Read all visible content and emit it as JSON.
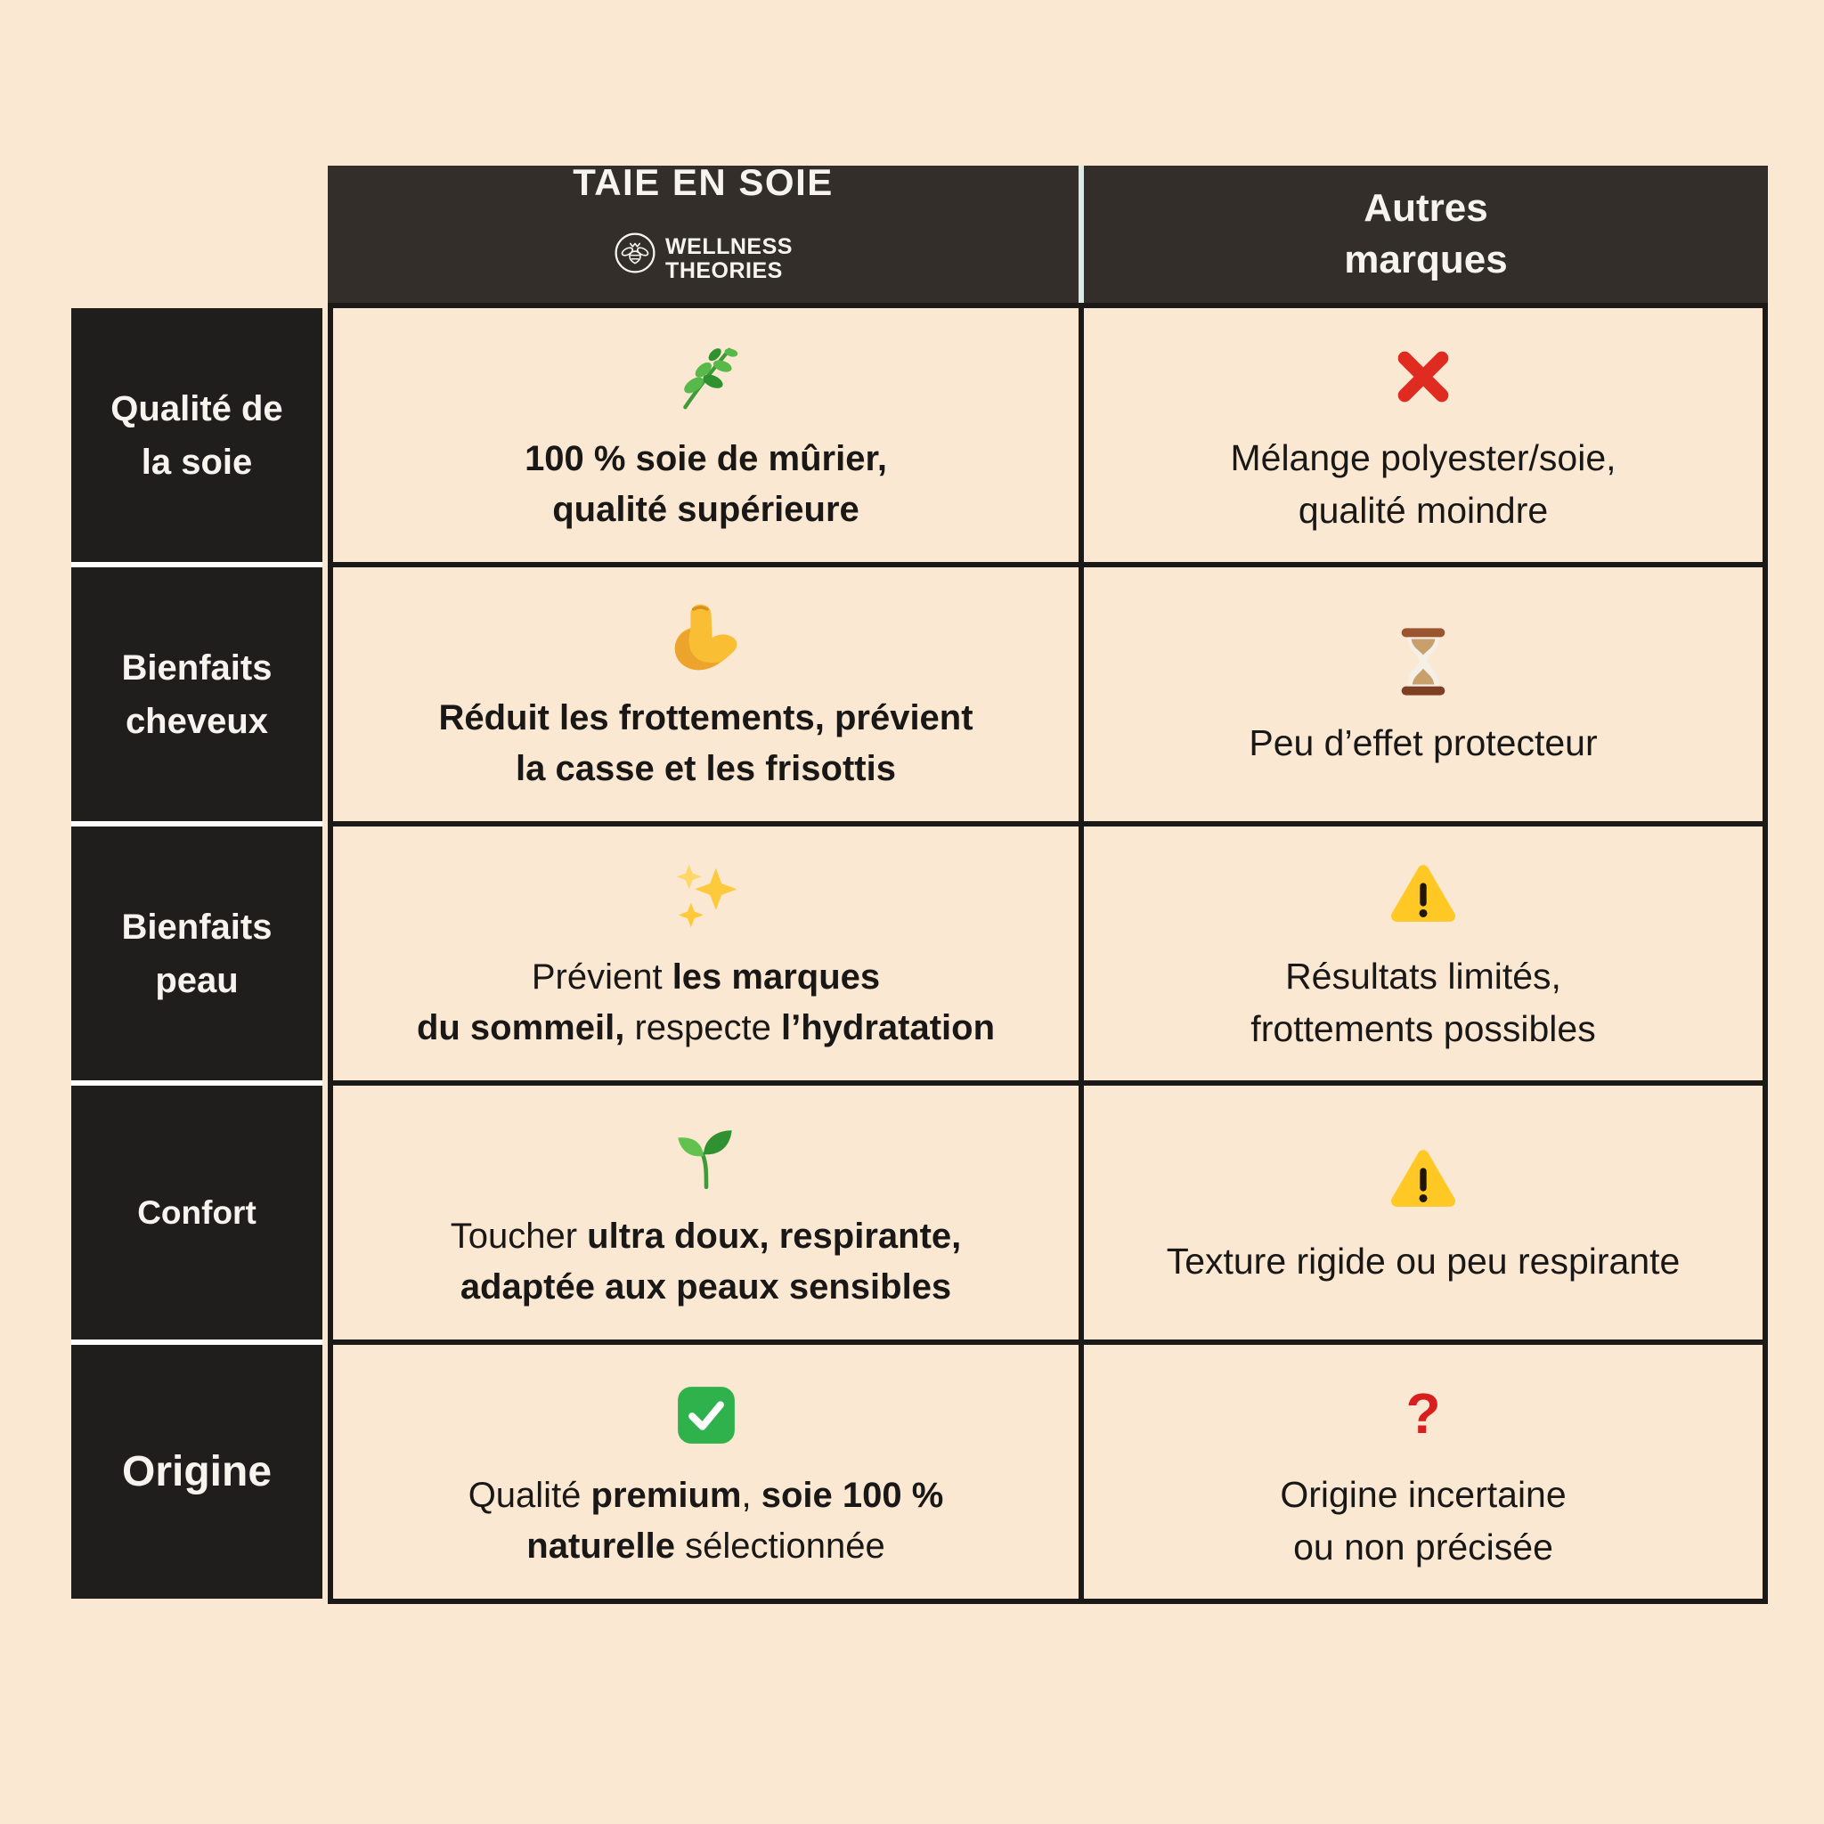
{
  "colors": {
    "background": "#FBE8D3",
    "header_dark": "#332E2A",
    "label_dark": "#201D1D",
    "grid_border": "#1C1A19",
    "header_divider": "#DDE9E6",
    "label_gap": "#FFFFFF",
    "text_light": "#F7F4EF",
    "text_dark": "#191817",
    "cross_red": "#E02B20",
    "warning_yellow": "#FFC825",
    "check_green": "#2FB14C",
    "question_red": "#D81E1E"
  },
  "header": {
    "brand_title": "TAIE EN SOIE",
    "brand_logo": {
      "icon": "bee-logo-icon",
      "line1": "WELLNESS",
      "line2": "THEORIES"
    },
    "competitor_title": "Autres\nmarques"
  },
  "rows": [
    {
      "label": "Qualité de\nla soie",
      "brand": {
        "icon": "herb-icon",
        "segments": [
          {
            "text": "100 % soie de mûrier,\nqualité supérieure",
            "bold": true
          }
        ]
      },
      "others": {
        "icon": "cross-mark-icon",
        "segments": [
          {
            "text": "Mélange polyester/soie,\nqualité moindre",
            "bold": false
          }
        ]
      }
    },
    {
      "label": "Bienfaits\ncheveux",
      "brand": {
        "icon": "flexed-biceps-icon",
        "segments": [
          {
            "text": "Réduit les frottements, prévient\nla casse et les frisottis",
            "bold": true
          }
        ]
      },
      "others": {
        "icon": "hourglass-icon",
        "segments": [
          {
            "text": "Peu d’effet protecteur",
            "bold": false
          }
        ]
      }
    },
    {
      "label": "Bienfaits\npeau",
      "brand": {
        "icon": "sparkles-icon",
        "segments": [
          {
            "text": "Prévient ",
            "bold": false
          },
          {
            "text": "les marques\ndu sommeil,",
            "bold": true
          },
          {
            "text": " respecte ",
            "bold": false
          },
          {
            "text": "l’hydratation",
            "bold": true
          }
        ]
      },
      "others": {
        "icon": "warning-icon",
        "segments": [
          {
            "text": "Résultats limités,\nfrottements possibles",
            "bold": false
          }
        ]
      }
    },
    {
      "label": "Confort",
      "brand": {
        "icon": "seedling-icon",
        "segments": [
          {
            "text": "Toucher ",
            "bold": false
          },
          {
            "text": "ultra doux, respirante,\nadaptée aux peaux sensibles",
            "bold": true
          }
        ]
      },
      "others": {
        "icon": "warning-icon",
        "segments": [
          {
            "text": "Texture rigide ou peu respirante",
            "bold": false
          }
        ]
      }
    },
    {
      "label": "Origine",
      "brand": {
        "icon": "check-mark-button-icon",
        "segments": [
          {
            "text": "Qualité ",
            "bold": false
          },
          {
            "text": "premium",
            "bold": true
          },
          {
            "text": ", ",
            "bold": false
          },
          {
            "text": "soie 100 %\nnaturelle",
            "bold": true
          },
          {
            "text": " sélectionnée",
            "bold": false
          }
        ]
      },
      "others": {
        "icon": "red-question-icon",
        "segments": [
          {
            "text": "Origine incertaine\nou non précisée",
            "bold": false
          }
        ]
      }
    }
  ]
}
